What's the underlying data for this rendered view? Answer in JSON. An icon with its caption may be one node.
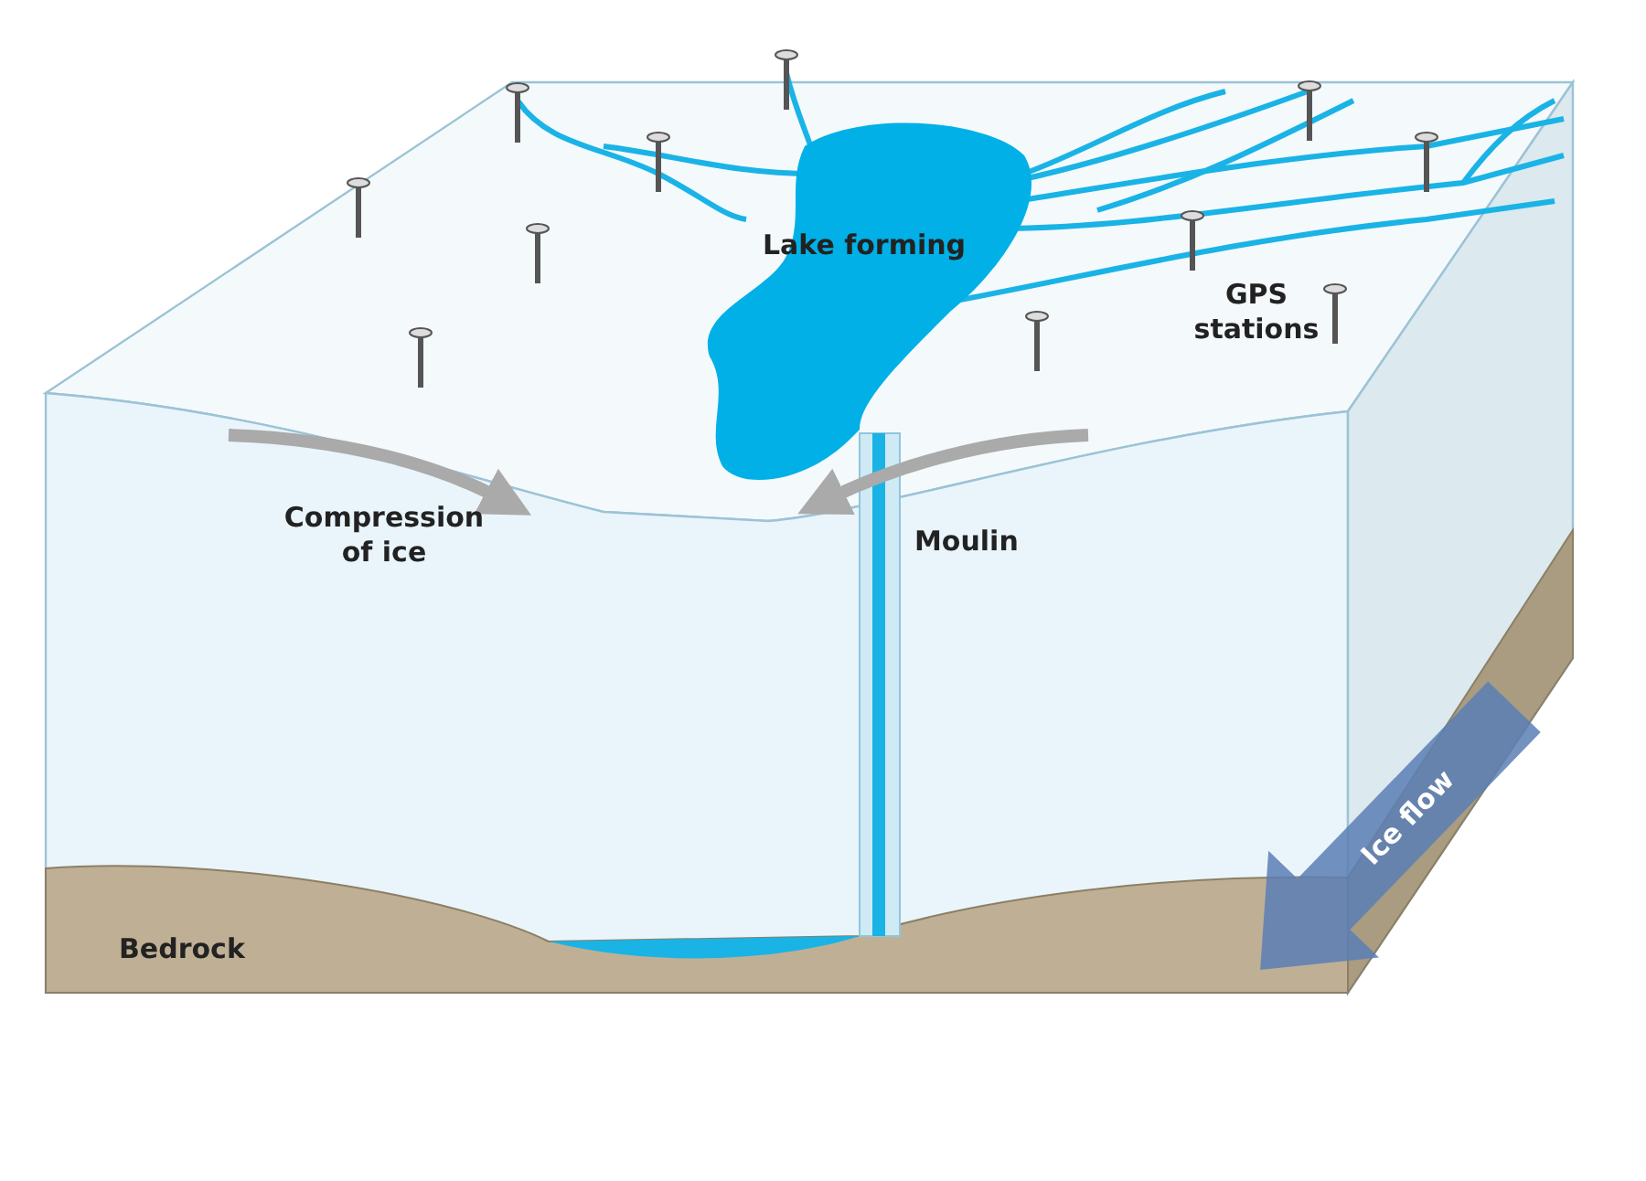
{
  "diagram": {
    "labels": [
      "Lake forming",
      "GPS stations",
      "Compression of ice",
      "Moulin",
      "Ice flow",
      "Bedrock"
    ]
  }
}
